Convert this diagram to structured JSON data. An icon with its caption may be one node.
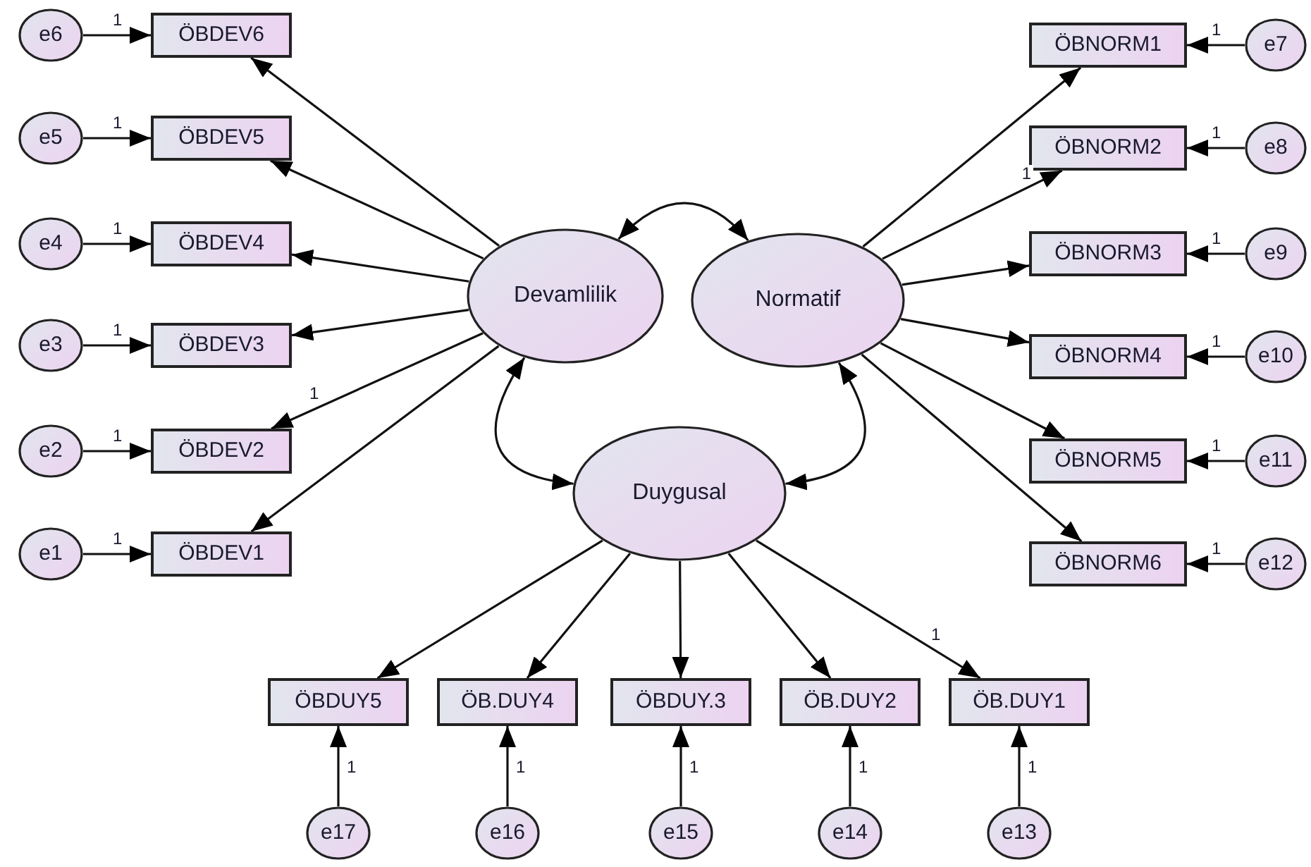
{
  "diagram": {
    "nodes": [
      {
        "text": [
          "Devamlilik"
        ]
      },
      {
        "text": [
          "Normatif"
        ]
      },
      {
        "text": [
          "Duygusal"
        ]
      },
      {
        "text": [
          "ÖBDEV6"
        ]
      },
      {
        "text": [
          "ÖBDEV5"
        ]
      },
      {
        "text": [
          "ÖBDEV4"
        ]
      },
      {
        "text": [
          "ÖBDEV3"
        ]
      },
      {
        "text": [
          "ÖBDEV2"
        ]
      },
      {
        "text": [
          "ÖBDEV1"
        ]
      },
      {
        "text": [
          "e6"
        ]
      },
      {
        "text": [
          "e5"
        ]
      },
      {
        "text": [
          "e4"
        ]
      },
      {
        "text": [
          "e3"
        ]
      },
      {
        "text": [
          "e2"
        ]
      },
      {
        "text": [
          "e1"
        ]
      },
      {
        "text": [
          "ÖBNORM1"
        ]
      },
      {
        "text": [
          "ÖBNORM2"
        ]
      },
      {
        "text": [
          "ÖBNORM3"
        ]
      },
      {
        "text": [
          "ÖBNORM4"
        ]
      },
      {
        "text": [
          "ÖBNORM5"
        ]
      },
      {
        "text": [
          "ÖBNORM6"
        ]
      },
      {
        "text": [
          "e7"
        ]
      },
      {
        "text": [
          "e8"
        ]
      },
      {
        "text": [
          "e9"
        ]
      },
      {
        "text": [
          "e10"
        ]
      },
      {
        "text": [
          "e11"
        ]
      },
      {
        "text": [
          "e12"
        ]
      },
      {
        "text": [
          "ÖBDUY5"
        ]
      },
      {
        "text": [
          "ÖB.DUY4"
        ]
      },
      {
        "text": [
          "ÖBDUY.3"
        ]
      },
      {
        "text": [
          "ÖB.DUY2"
        ]
      },
      {
        "text": [
          "ÖB.DUY1"
        ]
      },
      {
        "text": [
          "e17"
        ]
      },
      {
        "text": [
          "e16"
        ]
      },
      {
        "text": [
          "e15"
        ]
      },
      {
        "text": [
          "e14"
        ]
      },
      {
        "text": [
          "e13"
        ]
      }
    ],
    "edges": [
      {
        "from": 9,
        "to": 3,
        "arrow": "to",
        "label": "1"
      },
      {
        "from": 10,
        "to": 4,
        "arrow": "to",
        "label": "1"
      },
      {
        "from": 11,
        "to": 5,
        "arrow": "to",
        "label": "1"
      },
      {
        "from": 12,
        "to": 6,
        "arrow": "to",
        "label": "1"
      },
      {
        "from": 13,
        "to": 7,
        "arrow": "to",
        "label": "1"
      },
      {
        "from": 14,
        "to": 8,
        "arrow": "to",
        "label": "1"
      },
      {
        "from": 0,
        "to": 3,
        "arrow": "to"
      },
      {
        "from": 0,
        "to": 4,
        "arrow": "to"
      },
      {
        "from": 0,
        "to": 5,
        "arrow": "to"
      },
      {
        "from": 0,
        "to": 6,
        "arrow": "to"
      },
      {
        "from": 0,
        "to": 7,
        "arrow": "to",
        "label": "1"
      },
      {
        "from": 0,
        "to": 8,
        "arrow": "to"
      },
      {
        "from": 21,
        "to": 15,
        "arrow": "to",
        "label": "1"
      },
      {
        "from": 22,
        "to": 16,
        "arrow": "to",
        "label": "1"
      },
      {
        "from": 23,
        "to": 17,
        "arrow": "to",
        "label": "1"
      },
      {
        "from": 24,
        "to": 18,
        "arrow": "to",
        "label": "1"
      },
      {
        "from": 25,
        "to": 19,
        "arrow": "to",
        "label": "1"
      },
      {
        "from": 26,
        "to": 20,
        "arrow": "to",
        "label": "1"
      },
      {
        "from": 1,
        "to": 15,
        "arrow": "to"
      },
      {
        "from": 1,
        "to": 16,
        "arrow": "to",
        "label": "1"
      },
      {
        "from": 1,
        "to": 17,
        "arrow": "to"
      },
      {
        "from": 1,
        "to": 18,
        "arrow": "to"
      },
      {
        "from": 1,
        "to": 19,
        "arrow": "to"
      },
      {
        "from": 1,
        "to": 20,
        "arrow": "to"
      },
      {
        "from": 32,
        "to": 27,
        "arrow": "to",
        "label": "1"
      },
      {
        "from": 33,
        "to": 28,
        "arrow": "to",
        "label": "1"
      },
      {
        "from": 34,
        "to": 29,
        "arrow": "to",
        "label": "1"
      },
      {
        "from": 35,
        "to": 30,
        "arrow": "to",
        "label": "1"
      },
      {
        "from": 36,
        "to": 31,
        "arrow": "to",
        "label": "1"
      },
      {
        "from": 2,
        "to": 27,
        "arrow": "to"
      },
      {
        "from": 2,
        "to": 28,
        "arrow": "to"
      },
      {
        "from": 2,
        "to": 29,
        "arrow": "to"
      },
      {
        "from": 2,
        "to": 30,
        "arrow": "to"
      },
      {
        "from": 2,
        "to": 31,
        "arrow": "to",
        "label": "1"
      },
      {
        "from": 0,
        "to": 1,
        "arrow": "both"
      },
      {
        "from": 0,
        "to": 2,
        "arrow": "both"
      },
      {
        "from": 1,
        "to": 2,
        "arrow": "both"
      }
    ]
  }
}
